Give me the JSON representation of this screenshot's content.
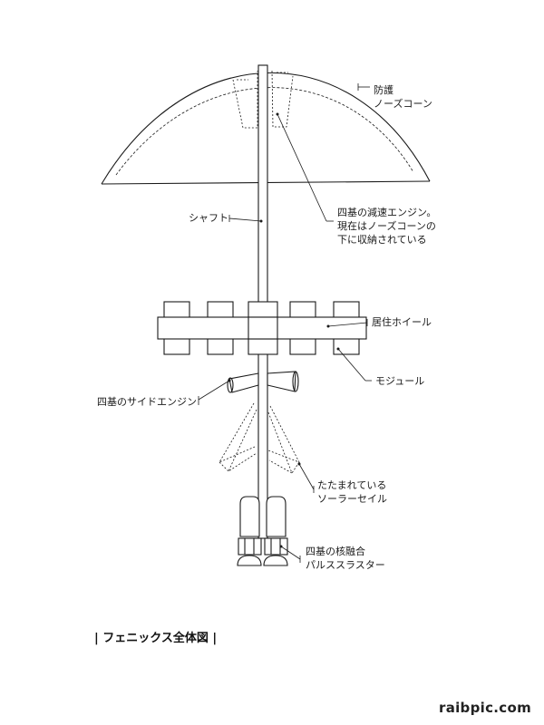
{
  "labels": {
    "bow_guard": "防護\nノーズコーン",
    "descent_engines": "四基の減速エンジン。\n現在はノーズコーンの\n下に収納されている",
    "shaft": "シャフト",
    "habitat_wheel": "居住ホイール",
    "module": "モジュール",
    "side_engines": "四基のサイドエンジン",
    "solar_sail": "たたまれている\nソーラーセイル",
    "fusion_thrusters": "四基の核融合\nパルススラスター"
  },
  "caption": "| フェニックス全体図 |",
  "watermark": "raibpic.com"
}
